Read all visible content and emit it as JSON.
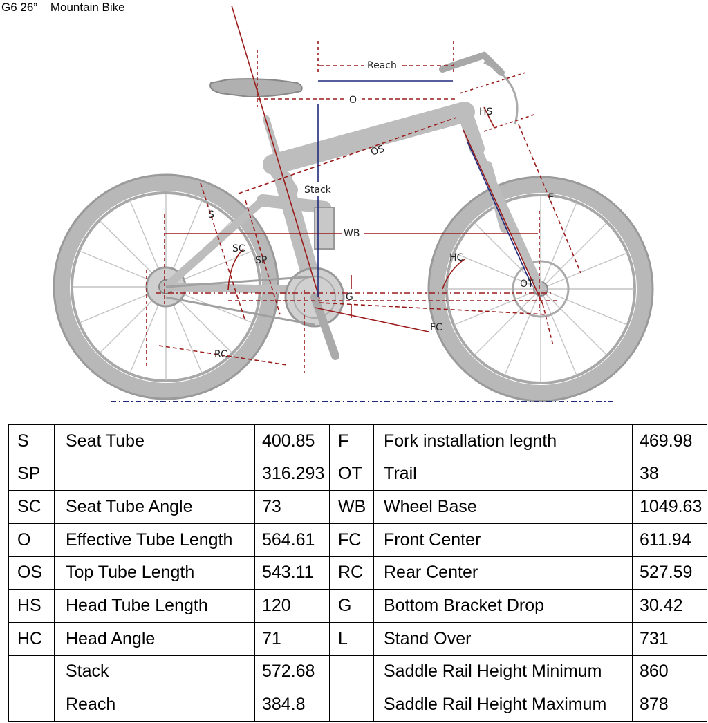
{
  "title": "G6 26”    Mountain Bike",
  "diagram": {
    "labels": {
      "reach": "Reach",
      "o": "O",
      "hs": "HS",
      "os": "OS",
      "stack": "Stack",
      "s": "S",
      "f": "F",
      "wb": "WB",
      "sc": "SC",
      "sp": "SP",
      "hc": "HC",
      "ot": "OT",
      "g": "G",
      "fc": "FC",
      "rc": "RC"
    },
    "colors": {
      "dim_line": "#9b1b1b",
      "stack_line": "#1f2a7a",
      "bike": "#8c8c8c",
      "ground": "#1f2a7a"
    }
  },
  "table": {
    "rows": [
      {
        "code1": "S",
        "name1": "Seat Tube",
        "val1": "400.85",
        "code2": "F",
        "name2": "Fork installation legnth",
        "val2": "469.98"
      },
      {
        "code1": "SP",
        "name1": "",
        "val1": "316.293",
        "code2": "OT",
        "name2": "Trail",
        "val2": "38"
      },
      {
        "code1": "SC",
        "name1": "Seat Tube Angle",
        "val1": "73",
        "code2": "WB",
        "name2": "Wheel Base",
        "val2": "1049.63"
      },
      {
        "code1": "O",
        "name1": "Effective Tube Length",
        "val1": "564.61",
        "code2": "FC",
        "name2": "Front Center",
        "val2": "611.94"
      },
      {
        "code1": "OS",
        "name1": "Top Tube Length",
        "val1": "543.11",
        "code2": "RC",
        "name2": "Rear Center",
        "val2": "527.59"
      },
      {
        "code1": "HS",
        "name1": "Head Tube Length",
        "val1": "120",
        "code2": "G",
        "name2": "Bottom Bracket Drop",
        "val2": "30.42"
      },
      {
        "code1": "HC",
        "name1": "Head Angle",
        "val1": "71",
        "code2": "L",
        "name2": "Stand Over",
        "val2": "731"
      },
      {
        "code1": "",
        "name1": "Stack",
        "val1": "572.68",
        "code2": "",
        "name2": "Saddle Rail Height Minimum",
        "val2": "860"
      },
      {
        "code1": "",
        "name1": "Reach",
        "val1": "384.8",
        "code2": "",
        "name2": "Saddle Rail Height Maximum",
        "val2": "878"
      }
    ]
  }
}
